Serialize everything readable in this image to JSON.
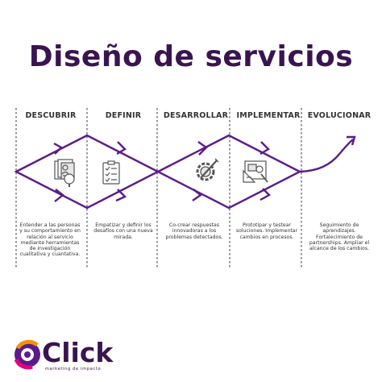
{
  "title": "Diseño de servicios",
  "colors": {
    "primary": "#5b1b8a",
    "title": "#3a1450",
    "divider": "#555555",
    "logo_orange": "#f39200",
    "logo_pink": "#e5007e",
    "logo_purple": "#5b1b8a"
  },
  "stages": [
    {
      "label": "DESCUBRIR",
      "icon": "documents-magnifier-icon",
      "description": "Entender a las personas y su comportamiento en relación al servicio mediante herramientas de investigación cualitativa y cuantativa."
    },
    {
      "label": "DEFINIR",
      "icon": "checklist-clipboard-icon",
      "description": "Empatizar y definir los desafíos con una nueva mirada."
    },
    {
      "label": "DESARROLLAR",
      "icon": "gear-pencil-icon",
      "description": "Co-crear respuestas innovadoras a los problemas detectados."
    },
    {
      "label": "IMPLEMENTAR",
      "icon": "blueprint-tools-icon",
      "description": "Prototipar y testear soluciones. Implementar cambios en procesos."
    },
    {
      "label": "EVOLUCIONAR",
      "icon": "",
      "description": "Seguimiento de aprendizajes. Fortalecimiento de partnerships. Ampliar el alcance de los cambios."
    }
  ],
  "logo": {
    "name": "Click",
    "tagline": "marketing de impacto"
  }
}
